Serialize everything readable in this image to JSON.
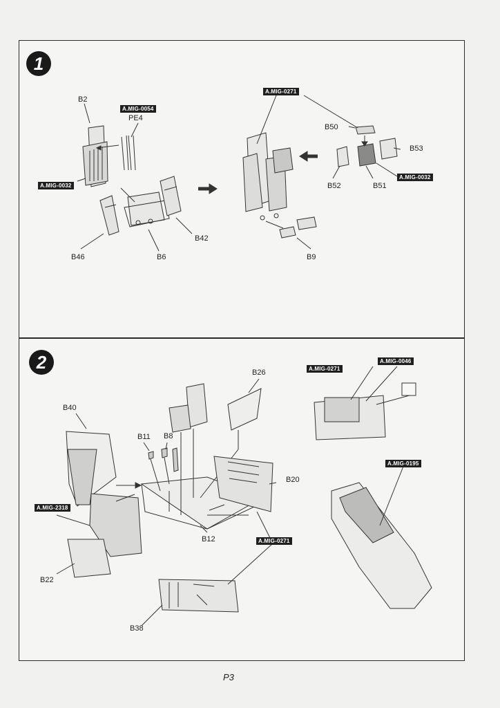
{
  "page_number": "P3",
  "steps": [
    {
      "number": "1",
      "paint_tags": [
        "A.MIG-0271",
        "A.MIG-0054",
        "A.MIG-0032",
        "A.MIG-0032"
      ],
      "parts": [
        "B2",
        "PE4",
        "B50",
        "B53",
        "B52",
        "B51",
        "B42",
        "B46",
        "B6",
        "B9"
      ]
    },
    {
      "number": "2",
      "paint_tags": [
        "A.MIG-0271",
        "A.MIG-0046",
        "A.MIG-2318",
        "A.MIG-0271",
        "A.MIG-0195"
      ],
      "parts": [
        "B26",
        "B40",
        "B11",
        "B8",
        "B20",
        "B12",
        "B22",
        "B38"
      ]
    }
  ]
}
